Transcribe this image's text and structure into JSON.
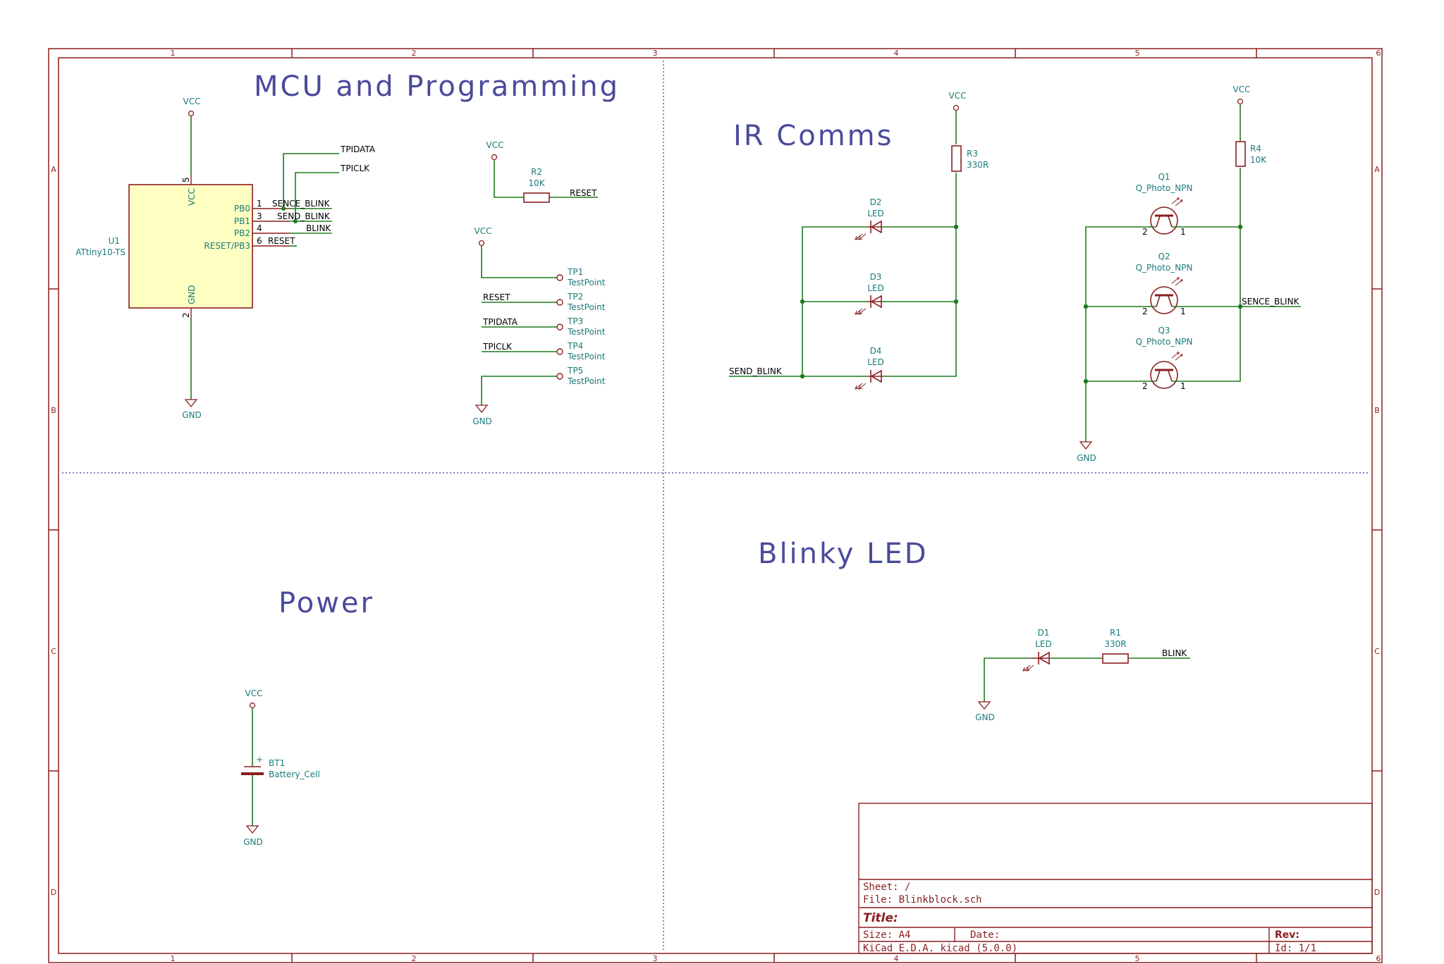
{
  "sections": {
    "mcu": "MCU and Programming",
    "ir": "IR Comms",
    "power": "Power",
    "blinky": "Blinky LED"
  },
  "power_symbols": {
    "vcc": "VCC",
    "gnd": "GND"
  },
  "u1": {
    "ref": "U1",
    "value": "ATtiny10-TS",
    "pin_vcc": "VCC",
    "pin_gnd": "GND",
    "pin_pb0": "PB0",
    "pin_pb1": "PB1",
    "pin_pb2": "PB2",
    "pin_pb3": "RESET/PB3",
    "num_5": "5",
    "num_2": "2",
    "num_1": "1",
    "num_3": "3",
    "num_4": "4",
    "num_6": "6"
  },
  "nets": {
    "tpidata": "TPIDATA",
    "tpiclk": "TPICLK",
    "sence_blink": "SENCE_BLINK",
    "send_blink": "SEND_BLINK",
    "blink": "BLINK",
    "reset": "RESET"
  },
  "r1": {
    "ref": "R1",
    "value": "330R"
  },
  "r2": {
    "ref": "R2",
    "value": "10K"
  },
  "r3": {
    "ref": "R3",
    "value": "330R"
  },
  "r4": {
    "ref": "R4",
    "value": "10K"
  },
  "testpoints": [
    {
      "ref": "TP1",
      "value": "TestPoint"
    },
    {
      "ref": "TP2",
      "value": "TestPoint"
    },
    {
      "ref": "TP3",
      "value": "TestPoint"
    },
    {
      "ref": "TP4",
      "value": "TestPoint"
    },
    {
      "ref": "TP5",
      "value": "TestPoint"
    }
  ],
  "leds": [
    {
      "ref": "D1",
      "value": "LED"
    },
    {
      "ref": "D2",
      "value": "LED"
    },
    {
      "ref": "D3",
      "value": "LED"
    },
    {
      "ref": "D4",
      "value": "LED"
    }
  ],
  "transistors": [
    {
      "ref": "Q1",
      "value": "Q_Photo_NPN"
    },
    {
      "ref": "Q2",
      "value": "Q_Photo_NPN"
    },
    {
      "ref": "Q3",
      "value": "Q_Photo_NPN"
    }
  ],
  "pin_numbers": {
    "one": "1",
    "two": "2"
  },
  "battery": {
    "ref": "BT1",
    "value": "Battery_Cell",
    "plus": "+"
  },
  "border": {
    "cols": [
      "1",
      "2",
      "3",
      "4",
      "5",
      "6"
    ],
    "rows": [
      "A",
      "B",
      "C",
      "D"
    ]
  },
  "title_block": {
    "sheet": "Sheet: /",
    "file": "File: Blinkblock.sch",
    "title": "Title:",
    "size": "Size: A4",
    "date": "Date:",
    "rev": "Rev:",
    "tool": "KiCad E.D.A.  kicad (5.0.0)",
    "id": "Id: 1/1"
  },
  "colors": {
    "border": "#8b1e1e",
    "wire": "#1f7a1f",
    "component": "#8b1e1e",
    "ref_text": "#1a7a7a",
    "section_title": "#4a4a9c",
    "ic_fill": "#ffffc2",
    "divider": "#3a3aa0"
  }
}
